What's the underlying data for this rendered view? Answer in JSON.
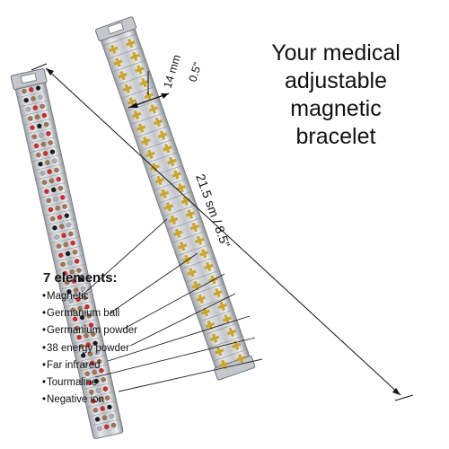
{
  "title_lines": [
    "Your medical",
    "adjustable",
    "magnetic",
    "bracelet"
  ],
  "dimensions": {
    "width_mm": "14 mm",
    "width_in": "0.5\"",
    "length": "21.5 sm / 8.5\""
  },
  "elements": {
    "heading": "7 elements:",
    "items": [
      "Magnetic",
      "Germanium ball",
      "Germanium powder",
      "38 energy powder",
      "Far infrared",
      "Tourmaline",
      "Negative ion"
    ]
  },
  "colors": {
    "steel": "#c9cbcf",
    "steel_dark": "#8e9196",
    "gold": "#caa52e",
    "stone_red": "#d6282b",
    "stone_black": "#1a1a1a",
    "stone_copper": "#a6734c",
    "stone_silver": "#aeb2b8"
  }
}
